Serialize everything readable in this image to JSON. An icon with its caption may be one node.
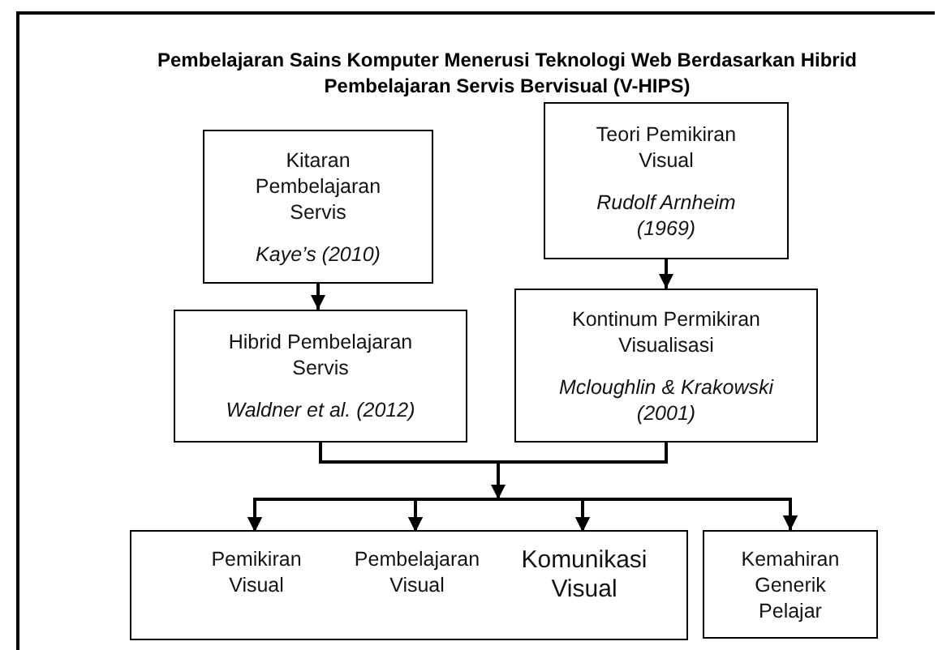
{
  "diagram": {
    "title": "Pembelajaran Sains Komputer Menerusi Teknologi Web Berdasarkan Hibrid Pembelajaran Servis Bervisual (V-HIPS)",
    "nodes": [
      {
        "text": [
          "Kitaran Pembelajaran Servis",
          "Kaye’s (2010)"
        ]
      },
      {
        "text": [
          "Teori Pemikiran Visual",
          "Rudolf Arnheim (1969)"
        ]
      },
      {
        "text": [
          "Hibrid Pembelajaran Servis",
          "Waldner et al. (2012)"
        ]
      },
      {
        "text": [
          "Kontinum Permikiran Visualisasi",
          "Mcloughlin & Krakowski (2001)"
        ]
      },
      {
        "text": [],
        "shape": "box"
      },
      {
        "text": [
          "Pemikiran Visual"
        ],
        "in": 4
      },
      {
        "text": [
          "Pembelajaran Visual"
        ],
        "in": 4
      },
      {
        "text": [
          "Komunikasi Visual"
        ],
        "in": 4
      },
      {
        "text": [
          "Kemahiran Generik Pelajar"
        ]
      }
    ],
    "edges": [
      {
        "from": 0,
        "to": 2,
        "arrow": "to"
      },
      {
        "from": 1,
        "to": 3,
        "arrow": "to"
      },
      {
        "from": 2,
        "to": 5,
        "arrow": "to"
      },
      {
        "from": 2,
        "to": 6,
        "arrow": "to"
      },
      {
        "from": 2,
        "to": 7,
        "arrow": "to"
      },
      {
        "from": 2,
        "to": 8,
        "arrow": "to"
      },
      {
        "from": 3,
        "to": 5,
        "arrow": "to"
      },
      {
        "from": 3,
        "to": 6,
        "arrow": "to"
      },
      {
        "from": 3,
        "to": 7,
        "arrow": "to"
      },
      {
        "from": 3,
        "to": 8,
        "arrow": "to"
      }
    ]
  }
}
